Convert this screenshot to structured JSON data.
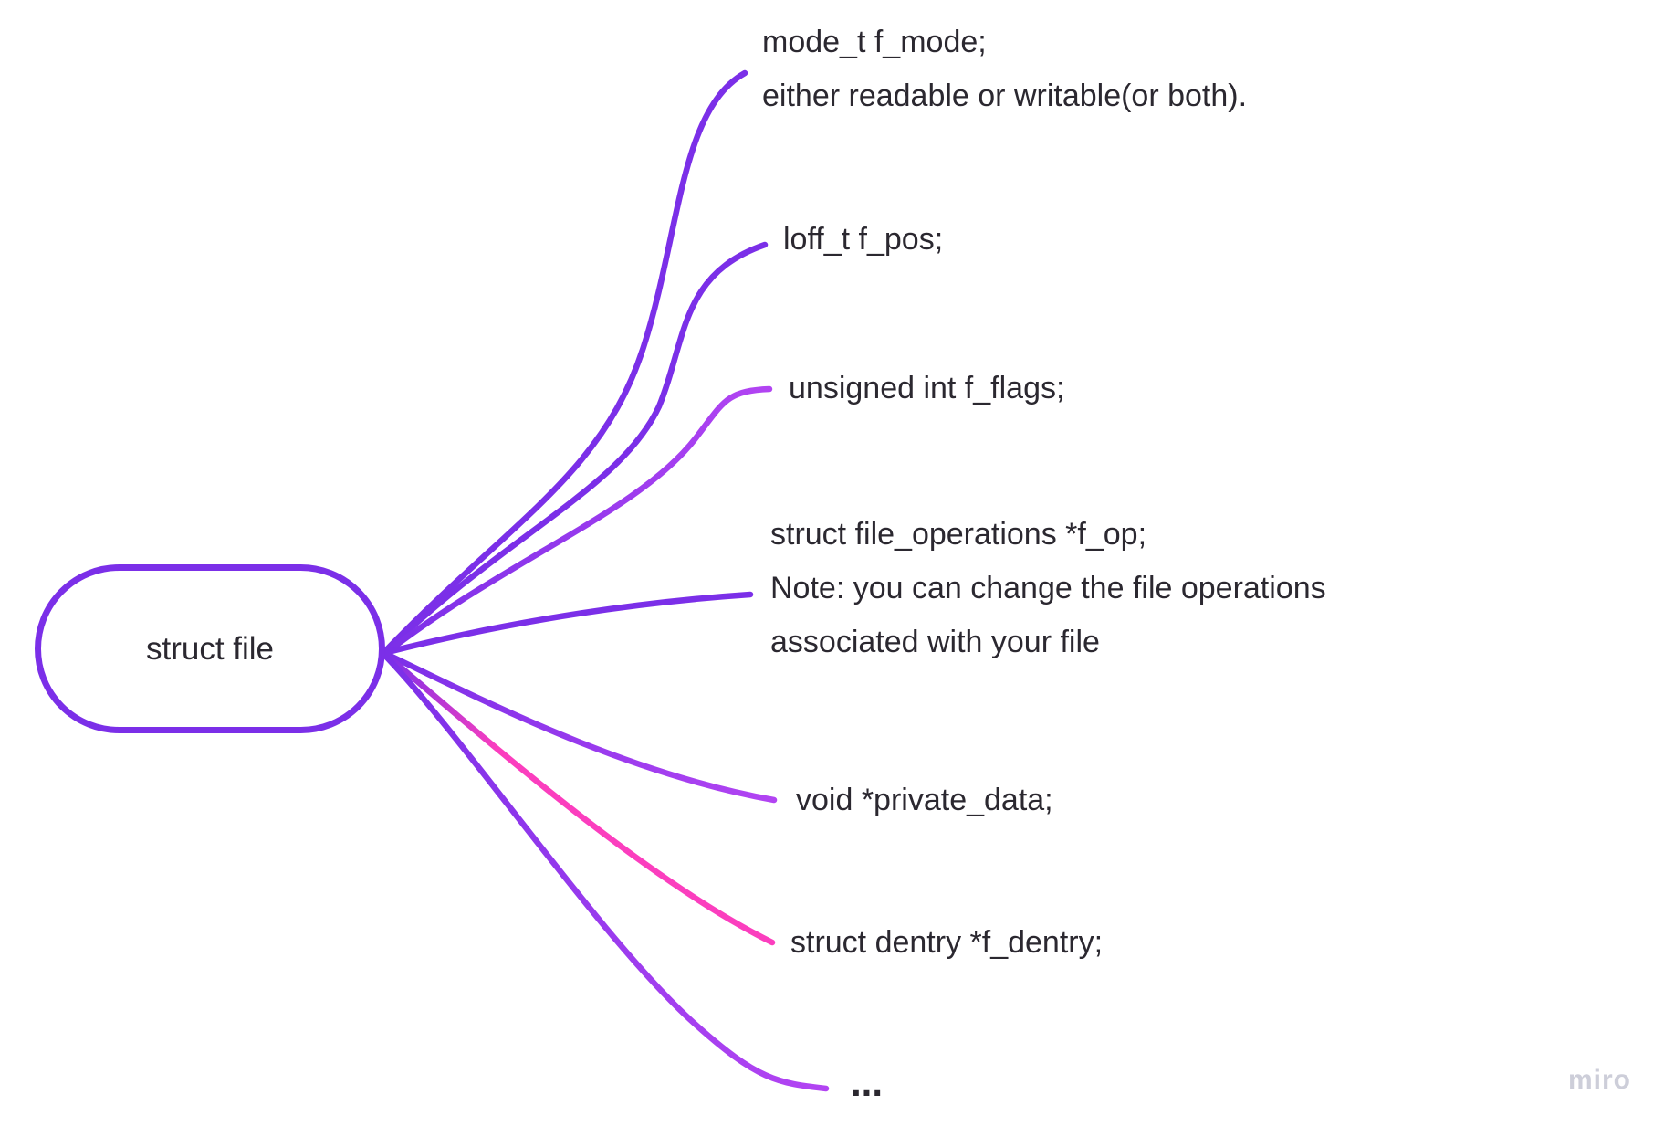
{
  "root": {
    "label": "struct file"
  },
  "branches": [
    {
      "name": "f_mode",
      "lines": [
        "mode_t f_mode;",
        "either readable or writable(or both)."
      ]
    },
    {
      "name": "f_pos",
      "lines": [
        "loff_t f_pos;"
      ]
    },
    {
      "name": "f_flags",
      "lines": [
        "unsigned int f_flags;"
      ]
    },
    {
      "name": "f_op",
      "lines": [
        "struct file_operations *f_op;",
        "Note: you can change the file operations",
        "associated with your file"
      ]
    },
    {
      "name": "private_data",
      "lines": [
        "void *private_data;"
      ]
    },
    {
      "name": "f_dentry",
      "lines": [
        "struct dentry *f_dentry;"
      ]
    },
    {
      "name": "ellipsis",
      "lines": [
        "..."
      ]
    }
  ],
  "canvas": {
    "watermark": "miro"
  },
  "colors": {
    "violet": "#7B2FE8",
    "purple": "#B244F2",
    "pink": "#FB3EBE",
    "text": "#2B2830",
    "watermark": "#CDCED9",
    "background": "#FFFFFF"
  }
}
